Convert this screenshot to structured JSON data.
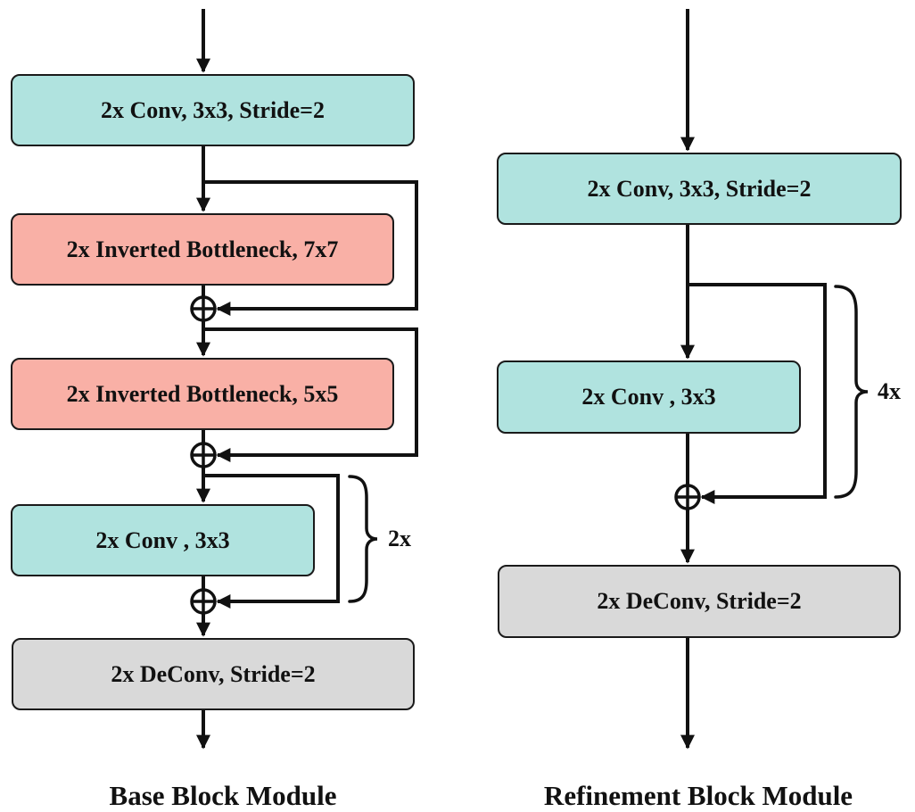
{
  "base": {
    "title": "Base Block Module",
    "blocks": {
      "conv_stride": "2x Conv, 3x3, Stride=2",
      "ib7": "2x Inverted Bottleneck, 7x7",
      "ib5": "2x Inverted Bottleneck, 5x5",
      "conv3": "2x Conv , 3x3",
      "deconv": "2x DeConv, Stride=2"
    },
    "repeat": "2x"
  },
  "refine": {
    "title": "Refinement Block Module",
    "blocks": {
      "conv_stride": "2x Conv, 3x3, Stride=2",
      "conv3": "2x Conv , 3x3",
      "deconv": "2x DeConv, Stride=2"
    },
    "repeat": "4x"
  },
  "colors": {
    "conv": "#b0e3df",
    "bottleneck": "#f9b0a6",
    "deconv": "#d9d9d9",
    "line": "#111111"
  }
}
